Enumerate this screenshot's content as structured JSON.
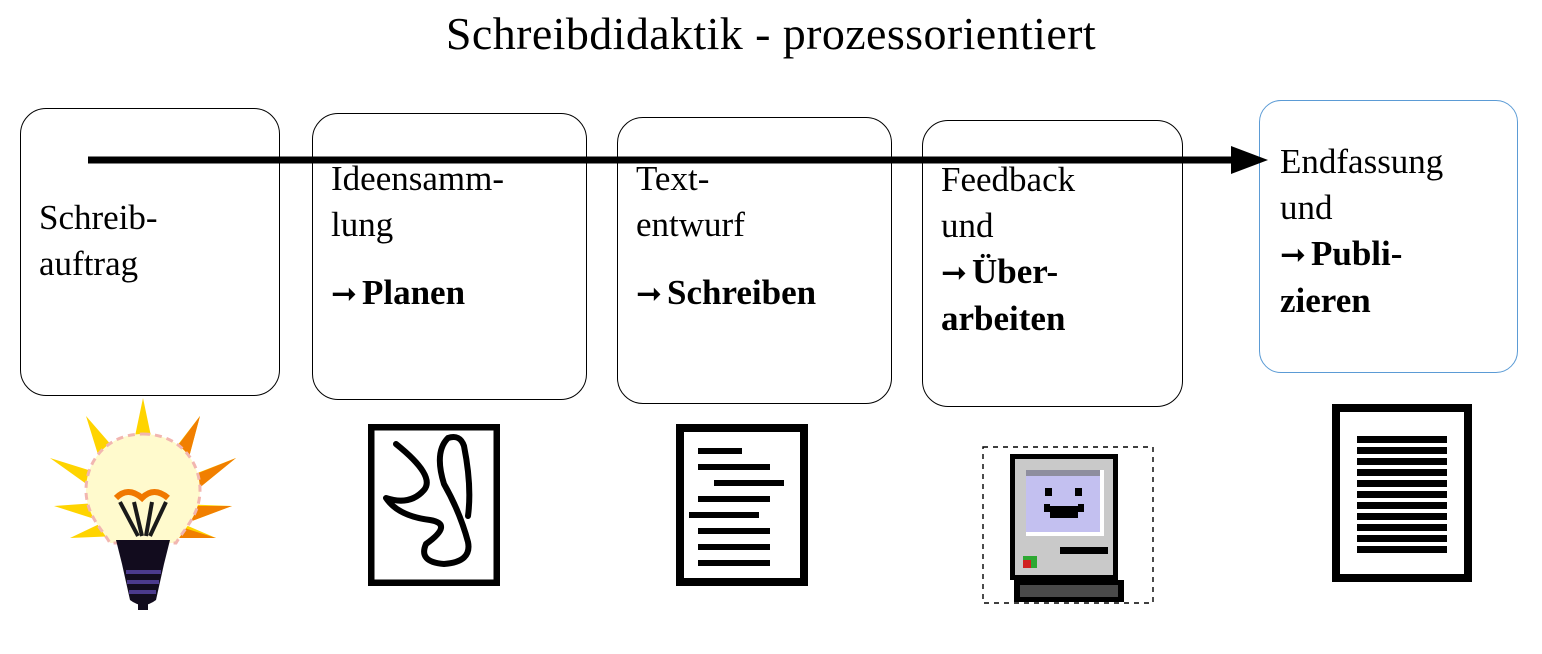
{
  "title": "Schreibdidaktik - prozessorientiert",
  "colors": {
    "accent_blue": "#5B9BD5",
    "box_border": "#000000",
    "arrow": "#000000",
    "bulb_glow": "#FFFACD",
    "bulb_rays": "#FFD400",
    "bulb_rays_dark": "#F07800",
    "bulb_base": "#120C1E",
    "mac_screen": "#C3C0F0",
    "mac_body": "#C9C9C9",
    "mac_led_green": "#2DA832",
    "mac_led_red": "#D02020",
    "page_white": "#FFFFFF",
    "page_line": "#000000"
  },
  "flow": {
    "arrow_name": "process-flow-arrow",
    "direction": "left-to-right"
  },
  "stages": [
    {
      "id": "schreibauftrag",
      "lead_lines": [
        "Schreib-",
        "auftrag"
      ],
      "arrow_glyph": "",
      "goal": "",
      "accent": false,
      "icon": "lightbulb-icon",
      "icon_label": "lightbulb"
    },
    {
      "id": "ideensammlung",
      "lead_lines": [
        "Ideensamm-",
        "lung"
      ],
      "arrow_glyph": "➞",
      "goal": "Planen",
      "accent": false,
      "icon": "doodle-page-icon",
      "icon_label": "page with scribble"
    },
    {
      "id": "textentwurf",
      "lead_lines": [
        "Text-",
        "entwurf"
      ],
      "arrow_glyph": "➞",
      "goal": "Schreiben",
      "accent": false,
      "icon": "draft-document-icon",
      "icon_label": "document with text lines"
    },
    {
      "id": "feedback",
      "lead_lines": [
        "Feedback",
        "und"
      ],
      "arrow_glyph": "➞",
      "goal": "Über-",
      "goal_line2": "arbeiten",
      "accent": false,
      "icon": "happy-mac-icon",
      "icon_label": "classic computer with smiling face"
    },
    {
      "id": "endfassung",
      "lead_lines": [
        "Endfassung",
        "und"
      ],
      "arrow_glyph": "➞",
      "goal": "Publi-",
      "goal_line2": "zieren",
      "accent": true,
      "icon": "final-document-icon",
      "icon_label": "finished document with full text lines"
    }
  ]
}
